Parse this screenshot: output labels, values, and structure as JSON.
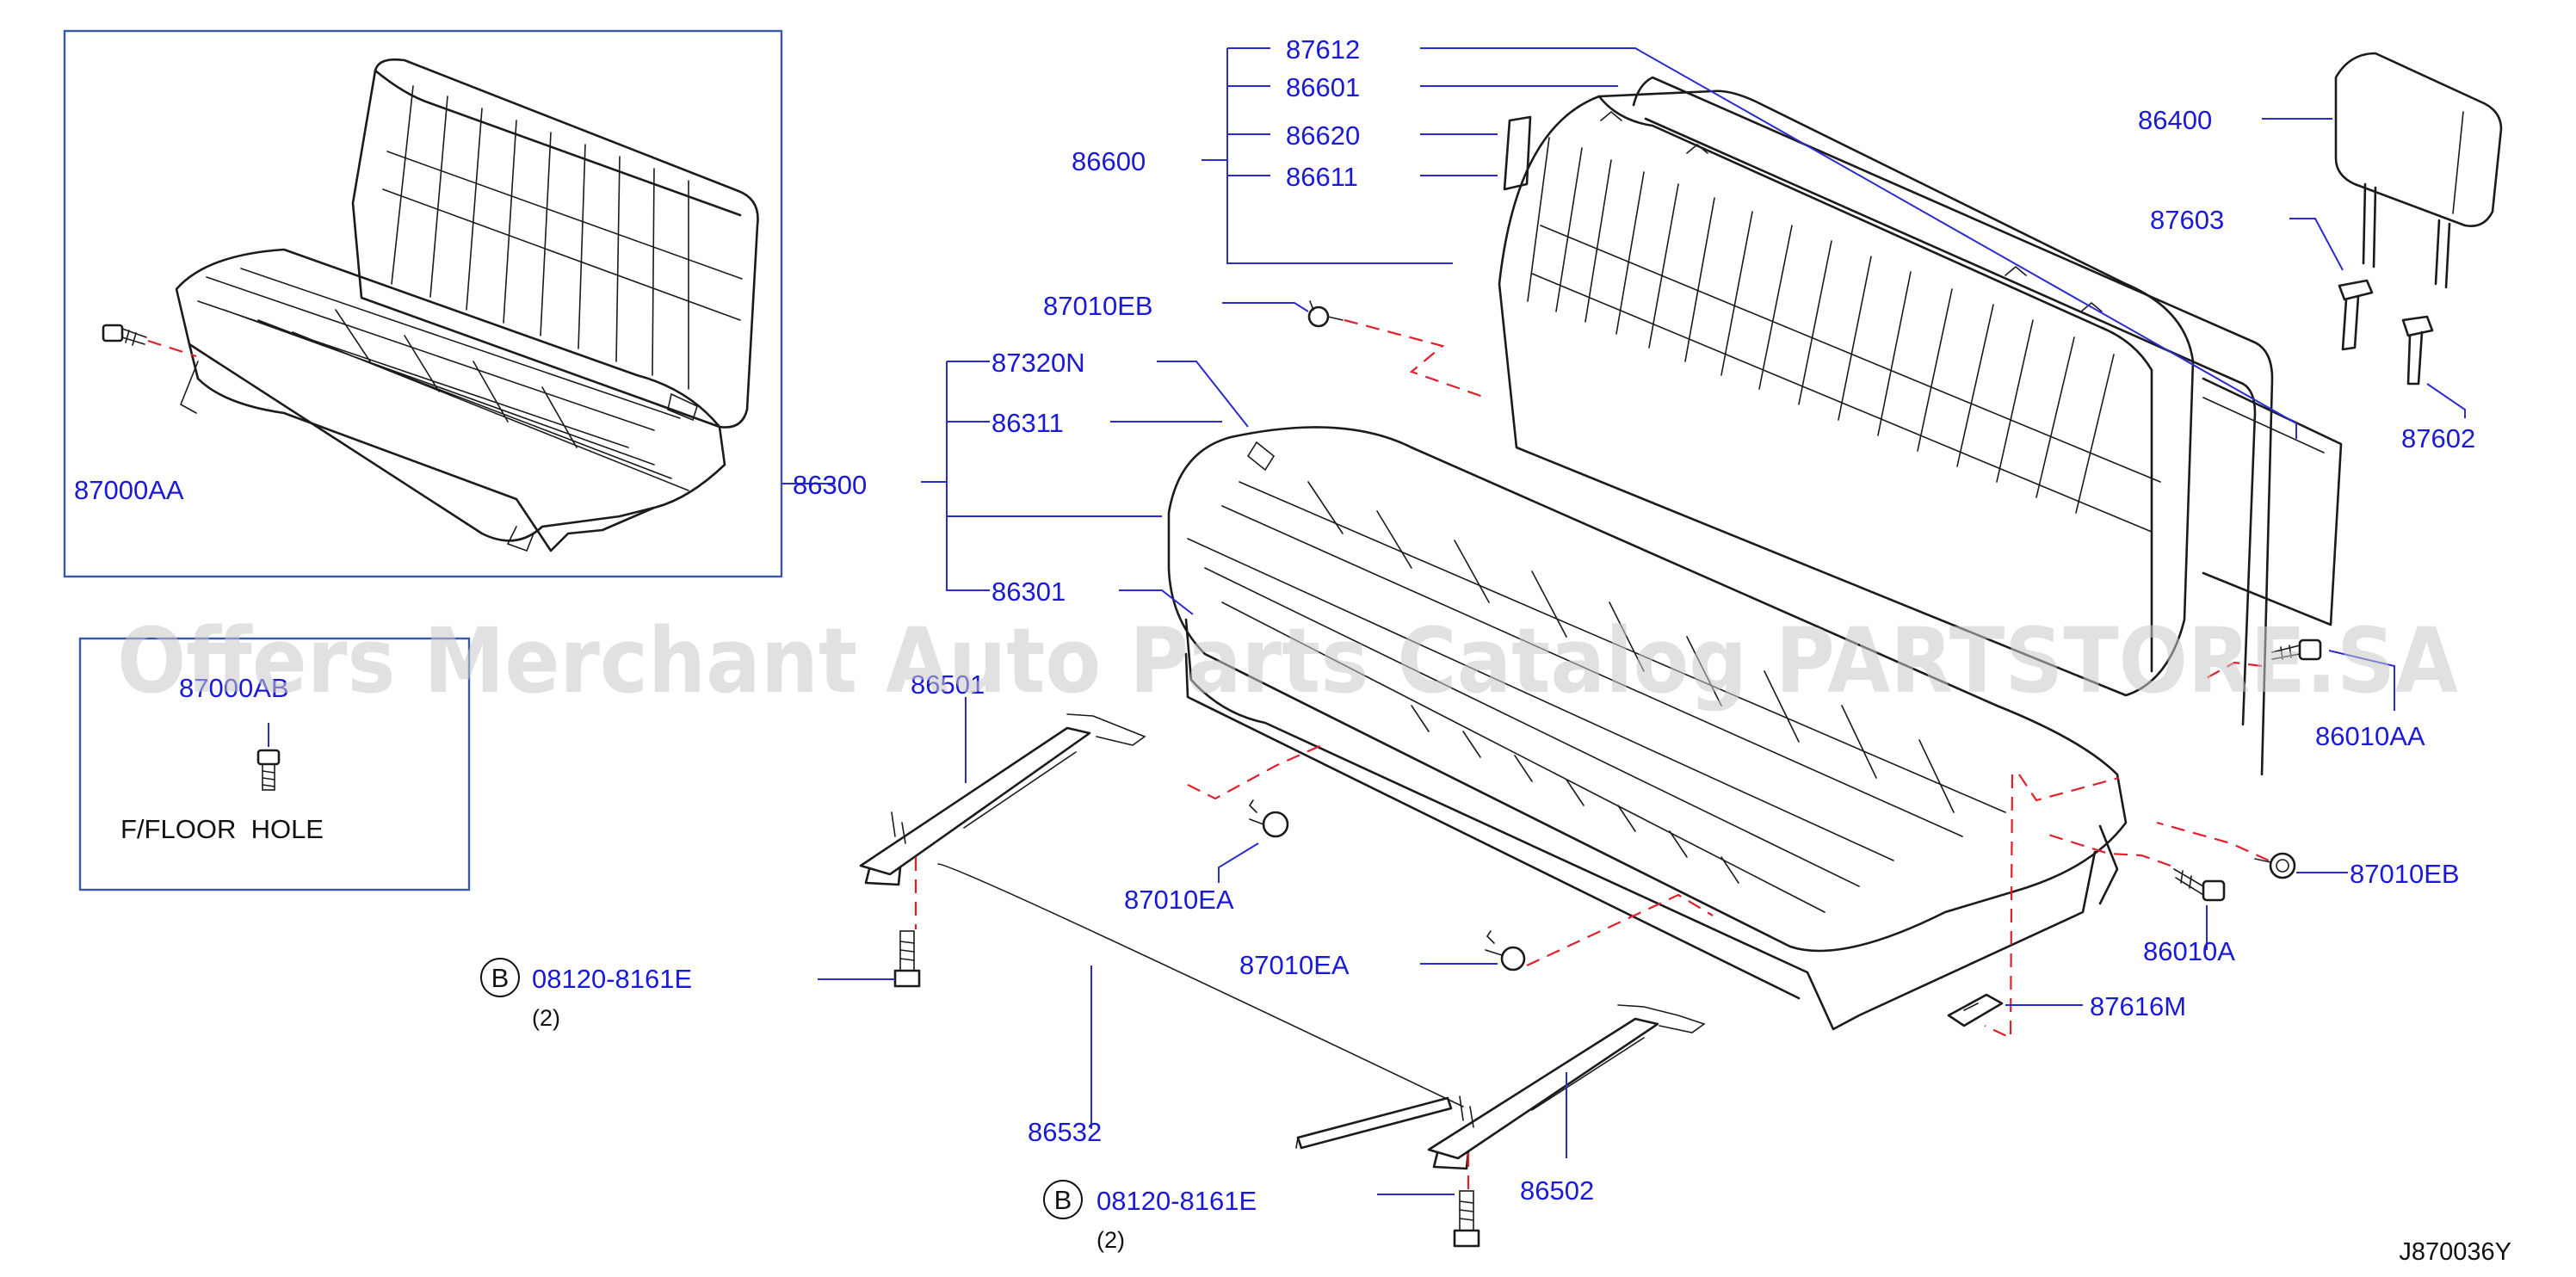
{
  "diagram_code": "J870036Y",
  "watermark": "Offers Merchant Auto Parts Catalog PARTSTORE.SA",
  "inset": {
    "part_number": "87000AA",
    "group_number": "86300"
  },
  "floor_hole_box": {
    "part_number": "87000AB",
    "caption": "F/FLOOR  HOLE"
  },
  "back_group": {
    "group_number": "86600",
    "parts": [
      "87612",
      "86601",
      "86620",
      "86611"
    ]
  },
  "cushion_group": {
    "group_number": "86300",
    "parts": [
      "87320N",
      "86311",
      "86301"
    ]
  },
  "labels": {
    "headrest": "86400",
    "headrest_guide_left": "87603",
    "headrest_guide_right": "87602",
    "clip_back": "87010EB",
    "clip_side": "87010EB",
    "bolt_side": "86010AA",
    "bolt_lower": "86010A",
    "clip_left": "87010EA",
    "clip_center": "87010EA",
    "slide_left": "86501",
    "slide_right": "86502",
    "slide_rod": "86532",
    "bracket": "87616M"
  },
  "bolt_callouts": [
    {
      "marker": "B",
      "part_number": "08120-8161E",
      "quantity": "(2)"
    },
    {
      "marker": "B",
      "part_number": "08120-8161E",
      "quantity": "(2)"
    }
  ],
  "colors": {
    "label": "#1a1ad6",
    "leader": "#2b2bd0",
    "dashed_guide": "#e0202a",
    "inset_border": "#3a57a8",
    "drawing": "#1b1b1b"
  }
}
